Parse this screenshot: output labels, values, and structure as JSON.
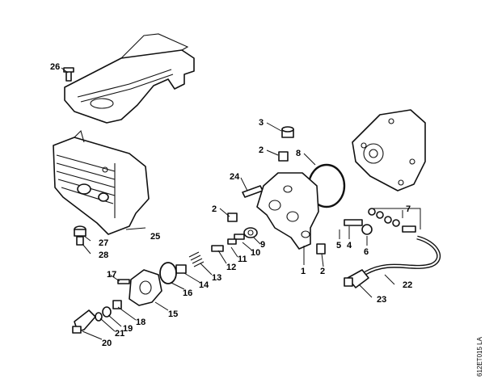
{
  "labels": {
    "n1": "1",
    "n2": "2",
    "n3": "3",
    "n4": "4",
    "n5": "5",
    "n6": "6",
    "n7": "7",
    "n8": "8",
    "n9": "9",
    "n10": "10",
    "n11": "11",
    "n12": "12",
    "n13": "13",
    "n14": "14",
    "n15": "15",
    "n16": "16",
    "n17": "17",
    "n18": "18",
    "n19": "19",
    "n20": "20",
    "n21": "21",
    "n22": "22",
    "n23": "23",
    "n24": "24",
    "n25": "25",
    "n26": "26",
    "n27": "27",
    "n28": "28"
  },
  "figure_code": "612ET015 LA",
  "colors": {
    "line": "#111111",
    "background": "#ffffff"
  }
}
